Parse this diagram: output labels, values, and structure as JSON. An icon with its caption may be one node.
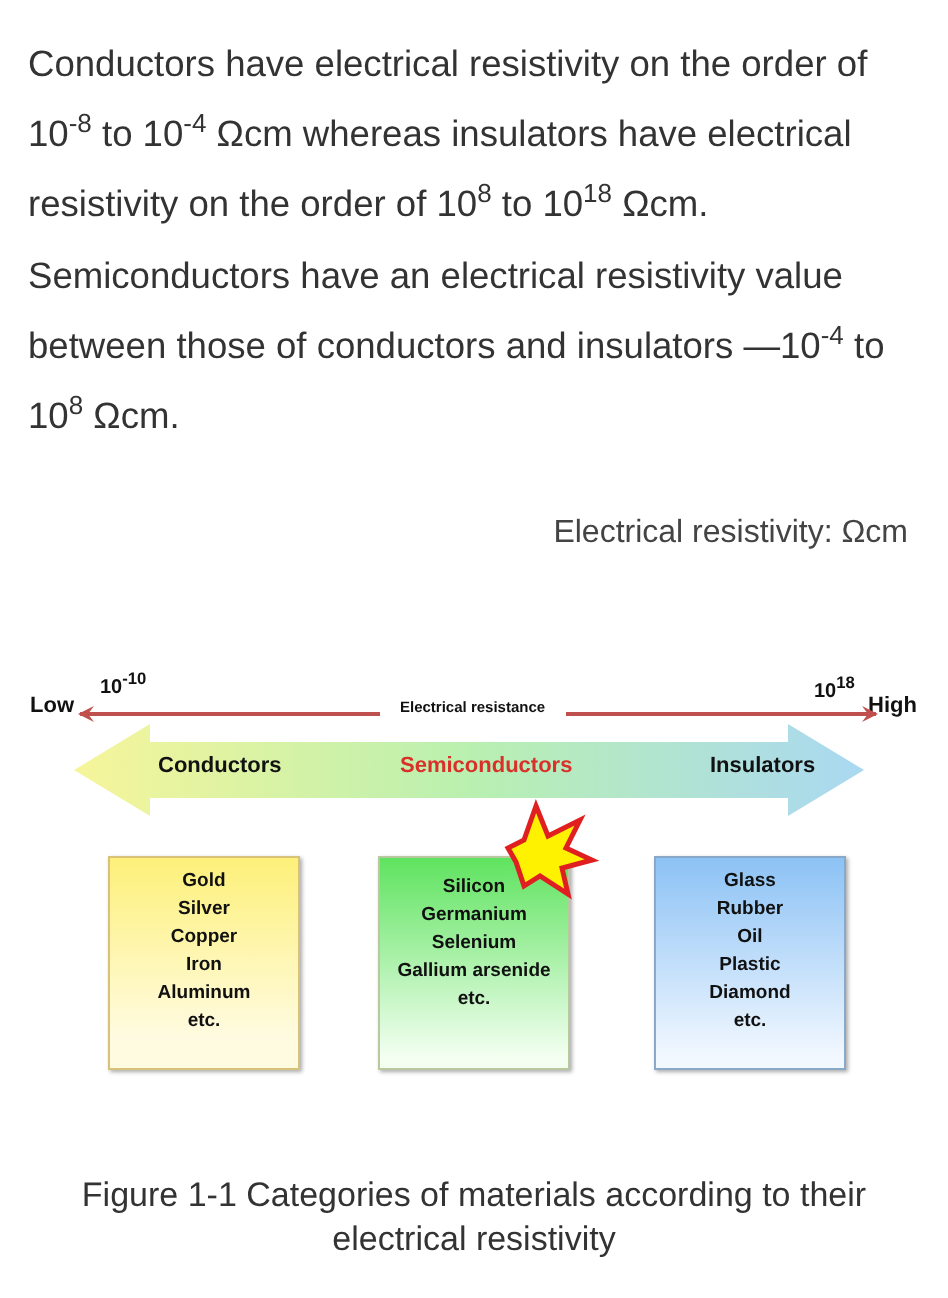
{
  "diagram": {
    "caption": "Figure 1-1 Categories of materials according to their electrical resistivity",
    "nodes": [
      {
        "text": [
          "Conductors",
          "Semiconductors",
          "Insulators"
        ]
      },
      {
        "text": [
          "Gold",
          "Silver",
          "Copper",
          "Iron",
          "Aluminum",
          "etc."
        ]
      },
      {
        "text": [
          "Silicon",
          "Germanium",
          "Selenium",
          "Gallium arsenide",
          "etc."
        ]
      },
      {
        "text": [
          "Glass",
          "Rubber",
          "Oil",
          "Plastic",
          "Diamond",
          "etc."
        ]
      }
    ],
    "edges": [],
    "labels": [
      "Conductors have electrical resistivity on the order of 10$^{-8}$ to 10$^{-4}$ Ωcm whereas insulators have electrical resistivity on the order of 10$^{8}$ to 10$^{18}$ Ωcm. Semiconductors have an electrical resistivity value between those of conductors and insulators —10$^{-4}$ to 10$^{8}$ Ωcm.",
      "Electrical resistivity: Ωcm",
      "10$^{-10}$",
      "10$^{18}$",
      "Low",
      "Electrical resistance",
      "High"
    ]
  }
}
